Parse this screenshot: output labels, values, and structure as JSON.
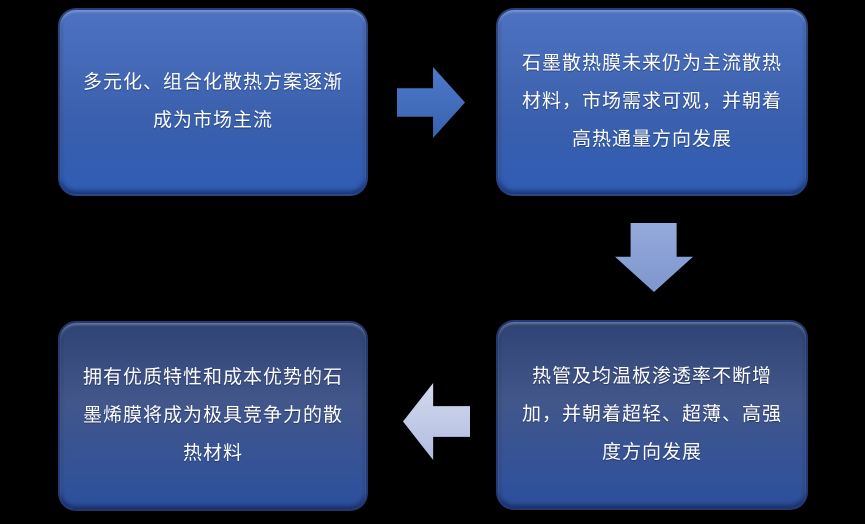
{
  "diagram": {
    "type": "cycle-flow",
    "background_color": "#000000",
    "text_color": "#FFFFFF",
    "boxes": [
      {
        "id": "top-left",
        "text": "多元化、组合化散热方案逐渐成为市场主流",
        "gradient_top": "#4D72C1",
        "gradient_bottom": "#2F5CB4"
      },
      {
        "id": "top-right",
        "text": "石墨散热膜未来仍为主流散热材料，市场需求可观，并朝着高热通量方向发展",
        "gradient_top": "#4D72C1",
        "gradient_bottom": "#2F5CB4"
      },
      {
        "id": "bottom-right",
        "text": "热管及均温板渗透率不断增加，并朝着超轻、超薄、高强度方向发展",
        "gradient_top": "#2F4374",
        "gradient_bottom": "#2C509E"
      },
      {
        "id": "bottom-left",
        "text": "拥有优质特性和成本优势的石墨烯膜将成为极具竞争力的散热材料",
        "gradient_top": "#2F4374",
        "gradient_bottom": "#2C509E"
      }
    ],
    "arrows": [
      {
        "id": "arrow-1",
        "direction": "right",
        "color": "#4472C4"
      },
      {
        "id": "arrow-2",
        "direction": "down",
        "color": "#8CA2D4"
      },
      {
        "id": "arrow-3",
        "direction": "left",
        "color": "#C3CCE7"
      }
    ]
  }
}
